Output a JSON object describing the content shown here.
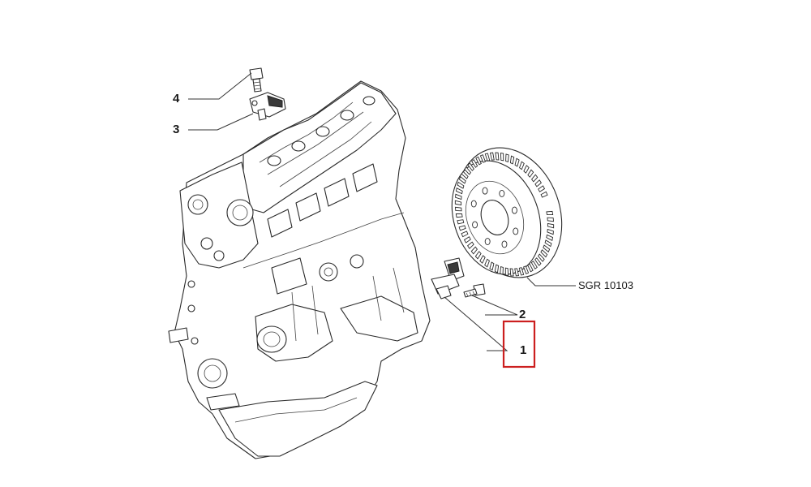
{
  "diagram": {
    "callouts": [
      {
        "id": "1",
        "label": "1",
        "highlighted": true
      },
      {
        "id": "2",
        "label": "2",
        "highlighted": false
      },
      {
        "id": "3",
        "label": "3",
        "highlighted": false
      },
      {
        "id": "4",
        "label": "4",
        "highlighted": false
      }
    ],
    "reference_code": "SGR 10103",
    "highlight_color": "#cc1f1f"
  }
}
